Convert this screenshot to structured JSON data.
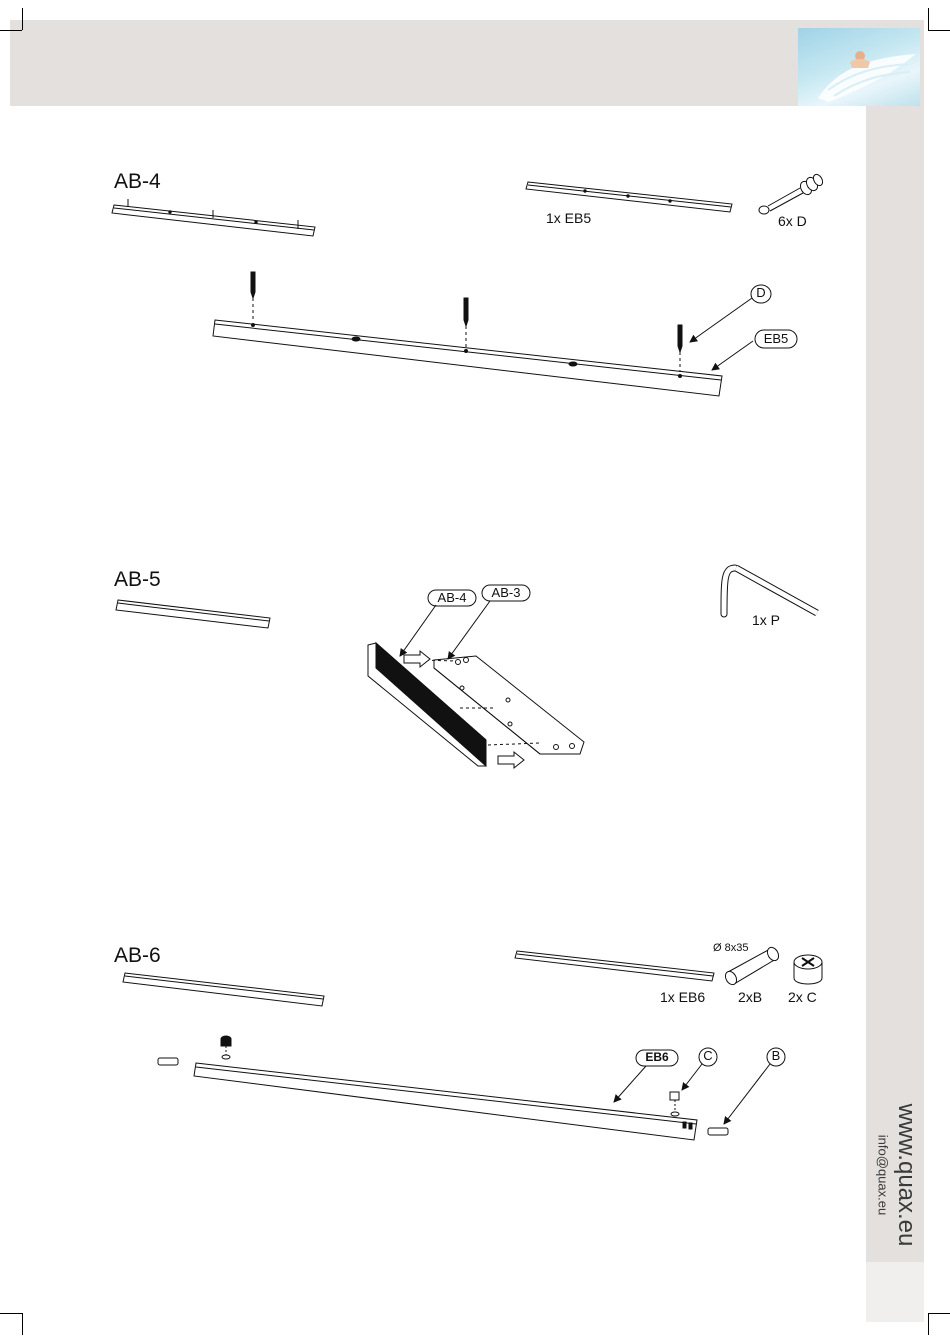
{
  "steps": [
    {
      "title": "AB-4",
      "parts": [
        {
          "label": "1x EB5"
        },
        {
          "label": "6x D"
        }
      ],
      "callouts": [
        "D",
        "EB5"
      ]
    },
    {
      "title": "AB-5",
      "parts": [
        {
          "label": "1x P"
        }
      ],
      "callouts": [
        "AB-4",
        "AB-3"
      ]
    },
    {
      "title": "AB-6",
      "parts": [
        {
          "label": "1x EB6"
        },
        {
          "label": "2xB"
        },
        {
          "label": "2x C"
        }
      ],
      "dimension_note": "Ø 8x35",
      "callouts": [
        "EB6",
        "C",
        "B"
      ]
    }
  ],
  "footer": {
    "website": "www.quax.eu",
    "email": "info@quax.eu"
  },
  "colors": {
    "band": "#e4e0dd",
    "line": "#111111",
    "text_grey": "#3a3a3a"
  }
}
